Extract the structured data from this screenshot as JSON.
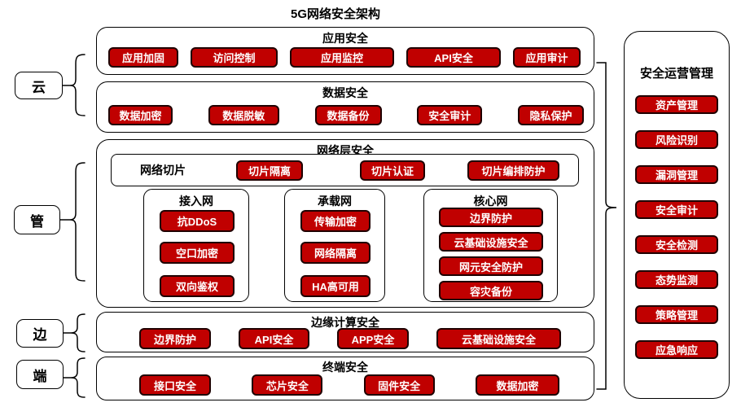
{
  "title": "5G网络安全架构",
  "side_labels": {
    "cloud": "云",
    "pipe": "管",
    "edge": "边",
    "terminal": "端"
  },
  "rows": [
    {
      "title": "应用安全",
      "items": [
        "应用加固",
        "访问控制",
        "应用监控",
        "API安全",
        "应用审计"
      ]
    },
    {
      "title": "数据安全",
      "items": [
        "数据加密",
        "数据脱敏",
        "数据备份",
        "安全审计",
        "隐私保护"
      ]
    },
    {
      "title": "网络层安全",
      "slice": {
        "label": "网络切片",
        "items": [
          "切片隔离",
          "切片认证",
          "切片编排防护"
        ]
      },
      "subnets": [
        {
          "title": "接入网",
          "items": [
            "抗DDoS",
            "空口加密",
            "双向鉴权"
          ]
        },
        {
          "title": "承载网",
          "items": [
            "传输加密",
            "网络隔离",
            "HA高可用"
          ]
        },
        {
          "title": "核心网",
          "items": [
            "边界防护",
            "云基础设施安全",
            "网元安全防护",
            "容灾备份"
          ]
        }
      ]
    },
    {
      "title": "边缘计算安全",
      "items": [
        "边界防护",
        "API安全",
        "APP安全",
        "云基础设施安全"
      ]
    },
    {
      "title": "终端安全",
      "items": [
        "接口安全",
        "芯片安全",
        "固件安全",
        "数据加密"
      ]
    }
  ],
  "right_panel": {
    "title": "安全运营管理",
    "items": [
      "资产管理",
      "风险识别",
      "漏洞管理",
      "安全审计",
      "安全检测",
      "态势监测",
      "策略管理",
      "应急响应"
    ]
  },
  "colors": {
    "chip_bg": "#C00000",
    "chip_border": "#1F0000",
    "chip_text": "#FFFFFF",
    "line": "#000000",
    "panel_bg": "#FFFFFF"
  }
}
